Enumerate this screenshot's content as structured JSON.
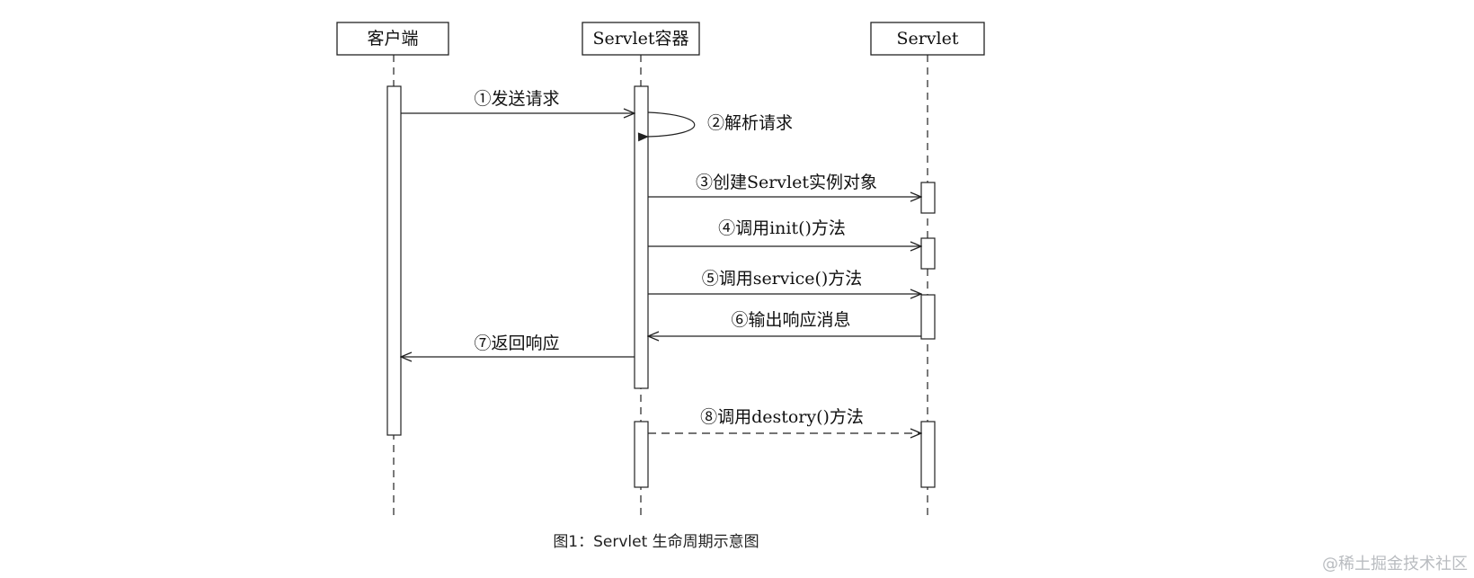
{
  "diagram": {
    "participants": [
      {
        "id": "client",
        "label": "客户端"
      },
      {
        "id": "container",
        "label": "Servlet容器"
      },
      {
        "id": "servlet",
        "label": "Servlet"
      }
    ],
    "messages": [
      {
        "id": "m1",
        "from": "client",
        "to": "container",
        "label": "①发送请求",
        "style": "solid"
      },
      {
        "id": "m2",
        "from": "container",
        "to": "container",
        "label": "②解析请求",
        "style": "self"
      },
      {
        "id": "m3",
        "from": "container",
        "to": "servlet",
        "label": "③创建Servlet实例对象",
        "style": "solid"
      },
      {
        "id": "m4",
        "from": "container",
        "to": "servlet",
        "label": "④调用init()方法",
        "style": "solid"
      },
      {
        "id": "m5",
        "from": "container",
        "to": "servlet",
        "label": "⑤调用service()方法",
        "style": "solid"
      },
      {
        "id": "m6",
        "from": "servlet",
        "to": "container",
        "label": "⑥输出响应消息",
        "style": "solid"
      },
      {
        "id": "m7",
        "from": "container",
        "to": "client",
        "label": "⑦返回响应",
        "style": "solid"
      },
      {
        "id": "m8",
        "from": "container",
        "to": "servlet",
        "label": "⑧调用destory()方法",
        "style": "dashed"
      }
    ]
  },
  "caption": "图1：Servlet 生命周期示意图",
  "watermark": "@稀土掘金技术社区",
  "colors": {
    "line": "#222222",
    "caption": "#222222",
    "watermark": "#b9bcc0"
  }
}
